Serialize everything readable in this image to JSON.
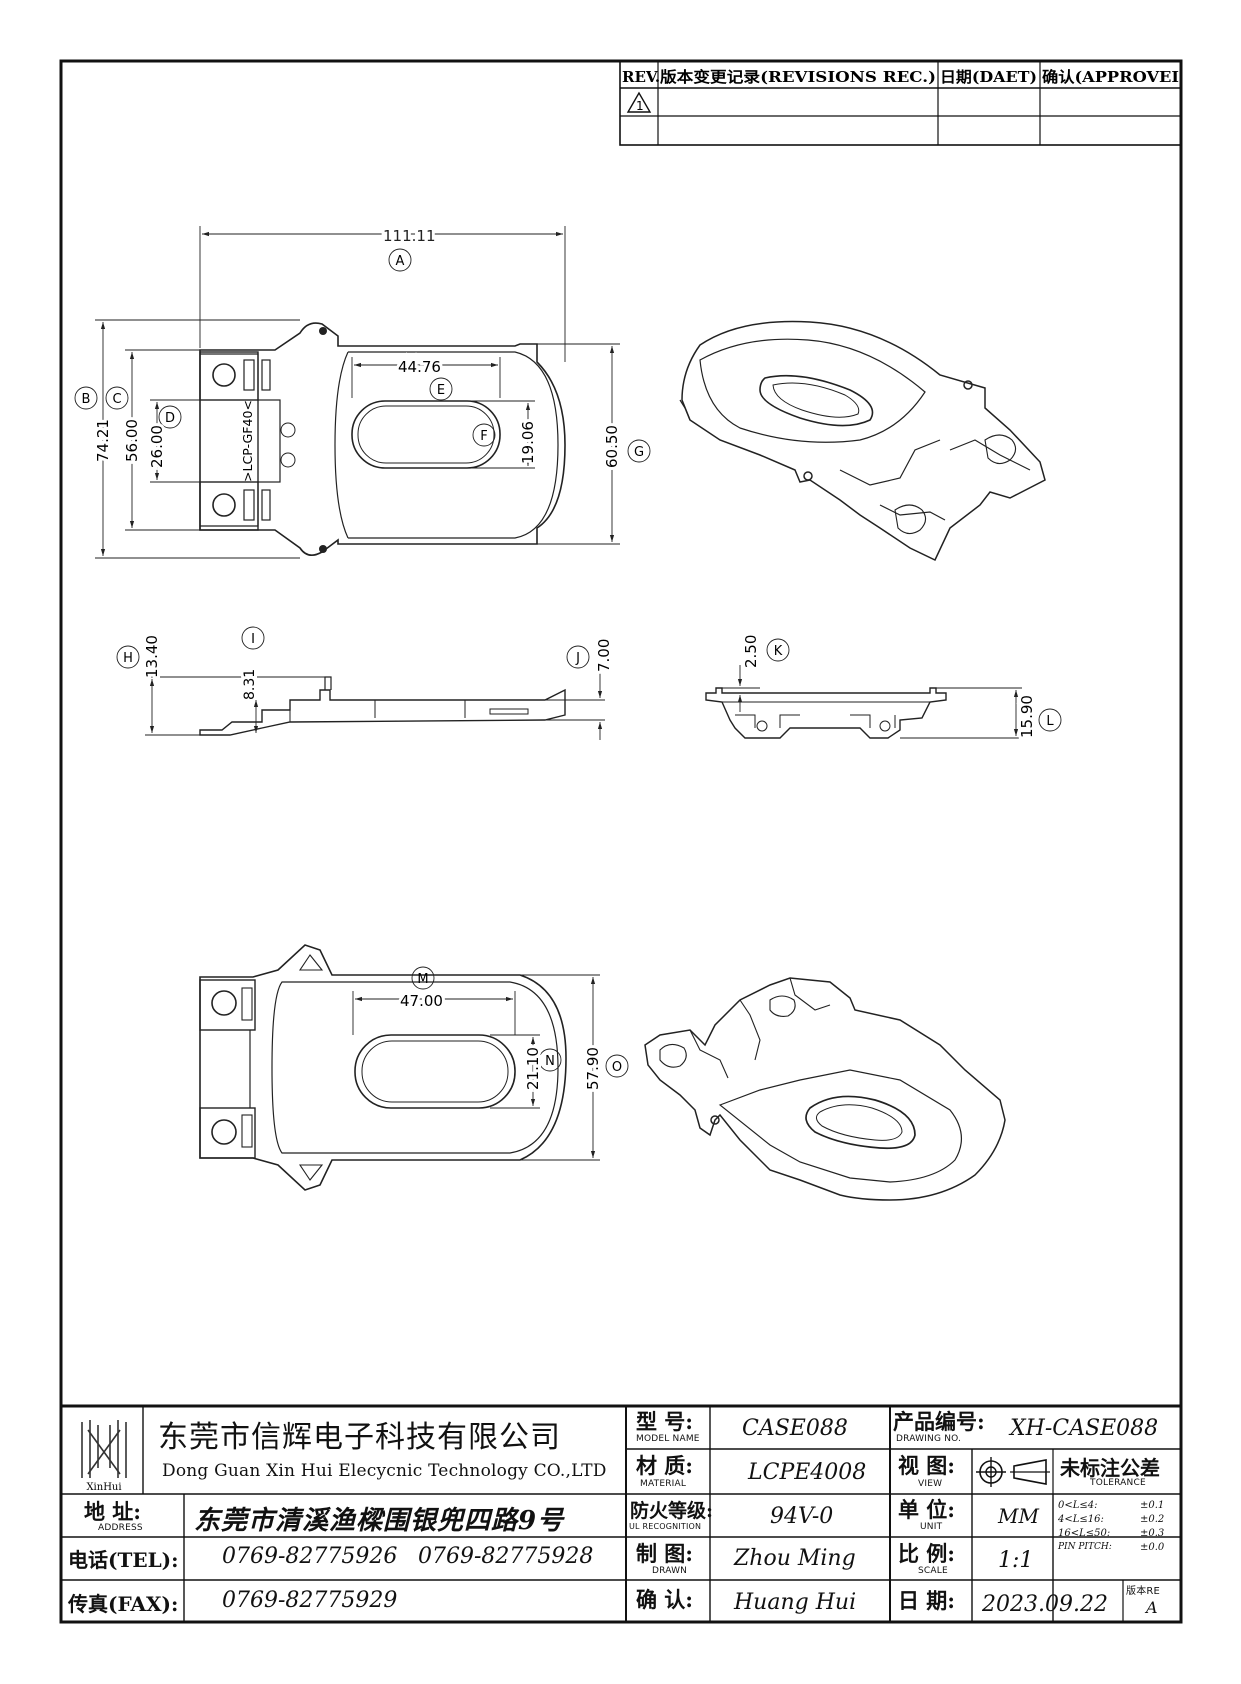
{
  "revision_table": {
    "headers": [
      "REV.",
      "版本变更记录(REVISIONS REC.)",
      "日期(DAET)",
      "确认(APPROVEI"
    ],
    "rev_symbol": "1"
  },
  "dimensions": {
    "A": {
      "value": "111.11",
      "letter": "A"
    },
    "B": {
      "value": "74.21",
      "letter": "B"
    },
    "C": {
      "value": "56.00",
      "letter": "C"
    },
    "D": {
      "value": "26.00",
      "letter": "D"
    },
    "E": {
      "value": "44.76",
      "letter": "E"
    },
    "F": {
      "value": "19.06",
      "letter": "F"
    },
    "G": {
      "value": "60.50",
      "letter": "G"
    },
    "H": {
      "value": "13.40",
      "letter": "H"
    },
    "I": {
      "value": "8.31",
      "letter": "I"
    },
    "J": {
      "value": "7.00",
      "letter": "J"
    },
    "K": {
      "value": "2.50",
      "letter": "K"
    },
    "L": {
      "value": "15.90",
      "letter": "L"
    },
    "M": {
      "value": "47.00",
      "letter": "M"
    },
    "N": {
      "value": "21.10",
      "letter": "N"
    },
    "O": {
      "value": "57.90",
      "letter": "O"
    }
  },
  "part_marking": ">LCP-GF40<",
  "title_block": {
    "logo_text": "XinHui",
    "company_cn": "东莞市信辉电子科技有限公司",
    "company_en": "Dong Guan Xin Hui Elecycnic Technology CO.,LTD",
    "address_label": "地 址:",
    "address_sub": "ADDRESS",
    "address": "东莞市清溪渔樑围银兜四路9号",
    "tel_label": "电话(TEL):",
    "tel1": "0769-82775926",
    "tel2": "0769-82775928",
    "fax_label": "传真(FAX):",
    "fax": "0769-82775929",
    "model_label": "型 号:",
    "model_sub": "MODEL NAME",
    "model": "CASE088",
    "material_label": "材 质:",
    "material_sub": "MATERIAL",
    "material": "LCPE4008",
    "ul_label": "防火等级:",
    "ul_sub": "UL RECOGNITION",
    "ul": "94V-0",
    "drawn_label": "制 图:",
    "drawn_sub": "DRAWN",
    "drawn": "Zhou Ming",
    "approved_label": "确 认:",
    "approved": "Huang Hui",
    "drawing_no_label": "产品编号:",
    "drawing_no_sub": "DRAWING NO.",
    "drawing_no": "XH-CASE088",
    "view_label": "视 图:",
    "view_sub": "VIEW",
    "unit_label": "单 位:",
    "unit_sub": "UNIT",
    "unit": "MM",
    "scale_label": "比 例:",
    "scale_sub": "SCALE",
    "scale": "1:1",
    "date_label": "日 期:",
    "date": "2023.09.22",
    "tolerance_label": "未标注公差",
    "tolerance_sub": "TOLERANCE",
    "tolerances": [
      {
        "range": "0<L≤4:",
        "value": "±0.1"
      },
      {
        "range": "4<L≤16:",
        "value": "±0.2"
      },
      {
        "range": "16<L≤50:",
        "value": "±0.3"
      },
      {
        "range": "PIN PITCH:",
        "value": "±0.0"
      }
    ],
    "version_label": "版本RE",
    "version": "A"
  }
}
